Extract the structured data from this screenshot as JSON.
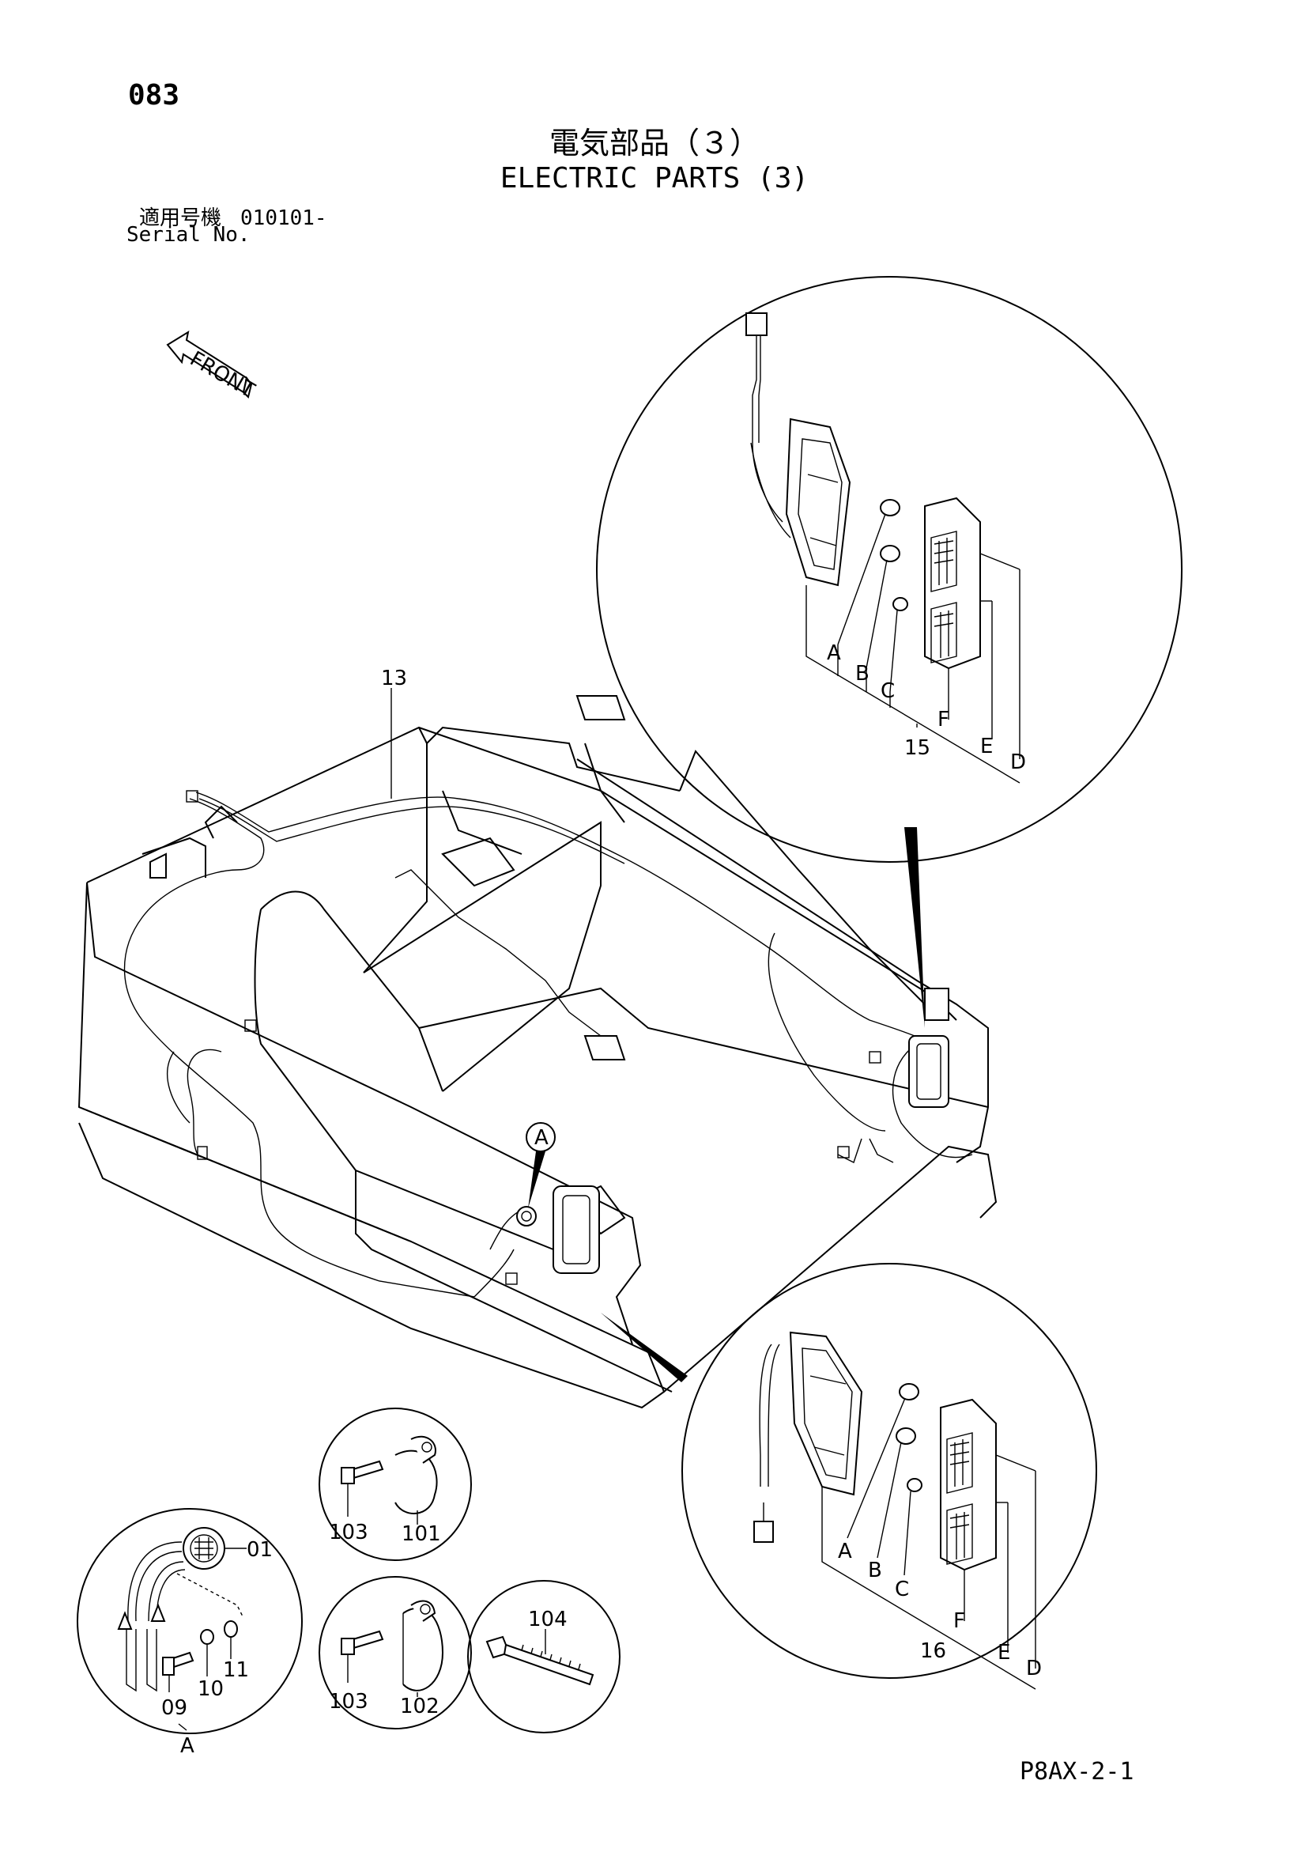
{
  "header": {
    "page_number": "083",
    "title_jp": "電気部品（３）",
    "title_en": "ELECTRIC PARTS (3)",
    "serial_label_jp": "適用号機",
    "serial_value": "010101-",
    "serial_label_en": "Serial No."
  },
  "diagram": {
    "front_label": "FRONT",
    "detail_marker": "A",
    "main_harness": "13",
    "upper_lamp": {
      "assembly": "15",
      "parts": [
        "A",
        "B",
        "C",
        "D",
        "E",
        "F"
      ]
    },
    "lower_lamp": {
      "assembly": "16",
      "parts": [
        "A",
        "B",
        "C",
        "D",
        "E",
        "F"
      ]
    },
    "detail_a": {
      "label": "A",
      "parts": [
        "01",
        "09",
        "10",
        "11"
      ]
    },
    "clamp_101": {
      "parts": [
        "103",
        "101"
      ]
    },
    "clamp_102": {
      "parts": [
        "103",
        "102"
      ]
    },
    "tie_band": {
      "parts": [
        "104"
      ]
    }
  },
  "footer": {
    "doc_code": "P8AX-2-1"
  }
}
